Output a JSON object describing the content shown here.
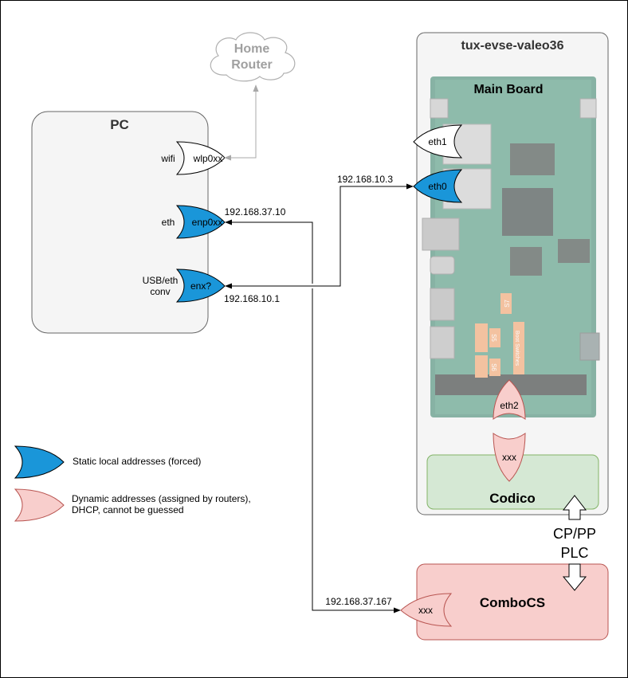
{
  "cloud": {
    "line1": "Home",
    "line2": "Router"
  },
  "pc": {
    "title": "PC",
    "wifi_label": "wifi",
    "wifi_iface": "wlp0xx",
    "eth_label": "eth",
    "eth_iface": "enp0xx",
    "usb_label_line1": "USB/eth",
    "usb_label_line2": "conv",
    "usb_iface": "enx?"
  },
  "board": {
    "title": "tux-evse-valeo36",
    "main_board": "Main Board",
    "eth1": "eth1",
    "eth0": "eth0",
    "eth2": "eth2",
    "codico": "Codico",
    "codico_port": "xxx",
    "silk_s7": "S7",
    "silk_s5": "S5",
    "silk_s6": "S6",
    "silk_boot": "Boot Switches"
  },
  "combocs": {
    "title": "ComboCS",
    "port": "xxx"
  },
  "links": {
    "ip_enp": "192.168.37.10",
    "ip_enx": "192.168.10.1",
    "ip_eth0": "192.168.10.3",
    "ip_combo": "192.168.37.167",
    "plc_line1": "CP/PP",
    "plc_line2": "PLC"
  },
  "legend": {
    "static": "Static local addresses (forced)",
    "dynamic_line1": "Dynamic addresses (assigned by routers),",
    "dynamic_line2": "DHCP, cannot be guessed"
  },
  "colors": {
    "static": "#1a96d9",
    "dynamic": "#f8cecc",
    "dynamic_stroke": "#b85450",
    "container_fill": "#f5f5f5",
    "codico_fill": "#d5e8d4",
    "codico_stroke": "#82b366",
    "pcb": "#2f7d62",
    "cloud_text": "#a0a0a0"
  }
}
